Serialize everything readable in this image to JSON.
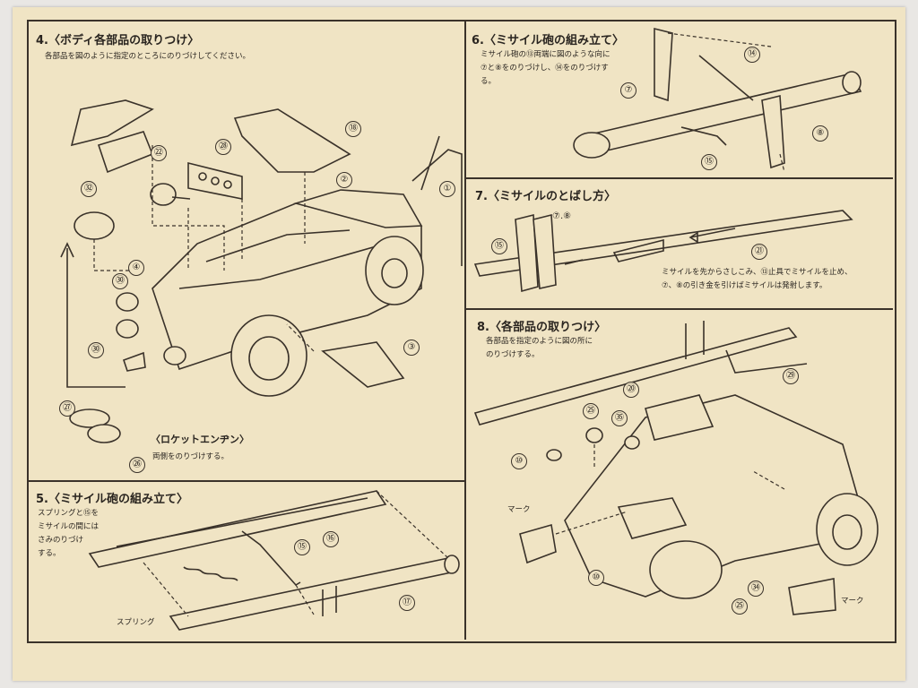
{
  "sections": {
    "s4": {
      "title": "4.〈ボディ各部品の取りつけ〉",
      "desc": "各部品を図のように指定のところにのりづけしてください。",
      "sub_title": "〈ロケットエンヂン〉",
      "sub_desc": "両側をのりづけする。",
      "parts": [
        "⑱",
        "㉘",
        "㉒",
        "②",
        "①",
        "㉜",
        "④",
        "㉚",
        "㉚",
        "③",
        "㉗",
        "㉖"
      ]
    },
    "s5": {
      "title": "5.〈ミサイル砲の組み立て〉",
      "desc": "スプリングと⑮を\nミサイルの間には\nさみのりづけ\nする。",
      "spring_label": "スプリング",
      "parts": [
        "⑯",
        "⑮",
        "⑰"
      ]
    },
    "s6": {
      "title": "6.〈ミサイル砲の組み立て〉",
      "desc": "ミサイル砲の⑬両端に図のような向に\n⑦と⑧をのりづけし、⑭をのりづけす\nる。",
      "parts": [
        "⑭",
        "⑦",
        "⑧",
        "⑮"
      ]
    },
    "s7": {
      "title": "7.〈ミサイルのとばし方〉",
      "desc": "ミサイルを先からさしこみ、⑬止具でミサイルを止め、\n⑦、⑧の引き金を引けばミサイルは発射します。",
      "parts": [
        "⑦.⑧",
        "⑮",
        "㉑"
      ]
    },
    "s8": {
      "title": "8.〈各部品の取りつけ〉",
      "desc": "各部品を指定のように図の所に\nのりづけする。",
      "mark_label": "マーク",
      "mark_label_2": "マーク",
      "parts": [
        "⑳",
        "㉙",
        "㉕",
        "㉟",
        "⑩",
        "⑩",
        "㉞",
        "㉕"
      ]
    }
  }
}
